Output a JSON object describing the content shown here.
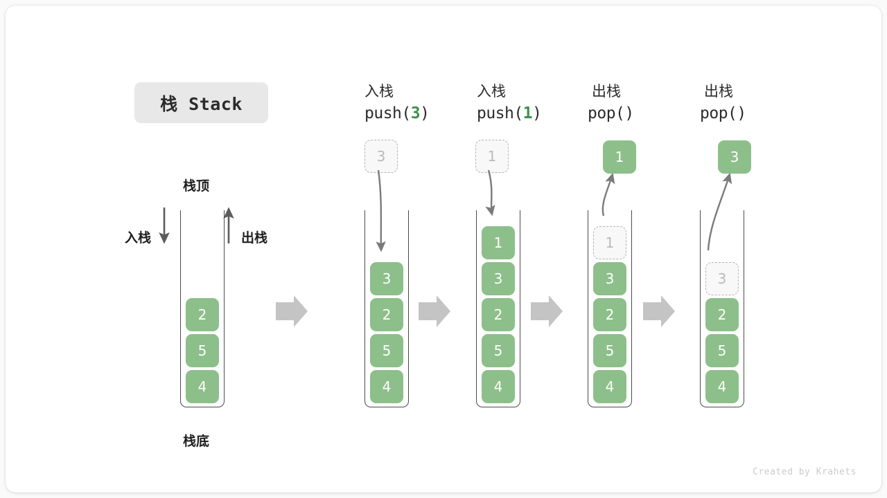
{
  "figure": {
    "title": "栈 Stack",
    "credit": "Created by Krahets",
    "accent_green": "#8dbf8a",
    "code_green": "#3f8f4f",
    "ghost_gray": "#b9b9b9",
    "arrow_gray": "#7a7a7a",
    "frame_gray": "#4a4a4a",
    "chip_gray": "#e8e8e8"
  },
  "legend": {
    "top_label": "栈顶",
    "bottom_label": "栈底",
    "push_label": "入栈",
    "pop_label": "出栈"
  },
  "stages": [
    {
      "id": "initial",
      "head_cn": "",
      "head_code_prefix": "",
      "head_code_arg": "",
      "head_code_suffix": "",
      "floating": null,
      "stack": [
        {
          "value": "2",
          "state": "filled"
        },
        {
          "value": "5",
          "state": "filled"
        },
        {
          "value": "4",
          "state": "filled"
        }
      ]
    },
    {
      "id": "push-3",
      "head_cn": "入栈",
      "head_code_prefix": "push(",
      "head_code_arg": "3",
      "head_code_suffix": ")",
      "floating": {
        "value": "3",
        "state": "ghost",
        "direction": "in"
      },
      "stack": [
        {
          "value": "3",
          "state": "filled"
        },
        {
          "value": "2",
          "state": "filled"
        },
        {
          "value": "5",
          "state": "filled"
        },
        {
          "value": "4",
          "state": "filled"
        }
      ]
    },
    {
      "id": "push-1",
      "head_cn": "入栈",
      "head_code_prefix": "push(",
      "head_code_arg": "1",
      "head_code_suffix": ")",
      "floating": {
        "value": "1",
        "state": "ghost",
        "direction": "in"
      },
      "stack": [
        {
          "value": "1",
          "state": "filled"
        },
        {
          "value": "3",
          "state": "filled"
        },
        {
          "value": "2",
          "state": "filled"
        },
        {
          "value": "5",
          "state": "filled"
        },
        {
          "value": "4",
          "state": "filled"
        }
      ]
    },
    {
      "id": "pop-1",
      "head_cn": "出栈",
      "head_code_prefix": "pop(",
      "head_code_arg": "",
      "head_code_suffix": ")",
      "floating": {
        "value": "1",
        "state": "filled",
        "direction": "out"
      },
      "stack": [
        {
          "value": "1",
          "state": "ghost"
        },
        {
          "value": "3",
          "state": "filled"
        },
        {
          "value": "2",
          "state": "filled"
        },
        {
          "value": "5",
          "state": "filled"
        },
        {
          "value": "4",
          "state": "filled"
        }
      ]
    },
    {
      "id": "pop-3",
      "head_cn": "出栈",
      "head_code_prefix": "pop(",
      "head_code_arg": "",
      "head_code_suffix": ")",
      "floating": {
        "value": "3",
        "state": "filled",
        "direction": "out"
      },
      "stack": [
        {
          "value": "3",
          "state": "ghost"
        },
        {
          "value": "2",
          "state": "filled"
        },
        {
          "value": "5",
          "state": "filled"
        },
        {
          "value": "4",
          "state": "filled"
        }
      ]
    }
  ],
  "transitions": [
    {
      "from": "initial",
      "to": "push-3"
    },
    {
      "from": "push-3",
      "to": "push-1"
    },
    {
      "from": "push-1",
      "to": "pop-1"
    },
    {
      "from": "pop-1",
      "to": "pop-3"
    }
  ]
}
